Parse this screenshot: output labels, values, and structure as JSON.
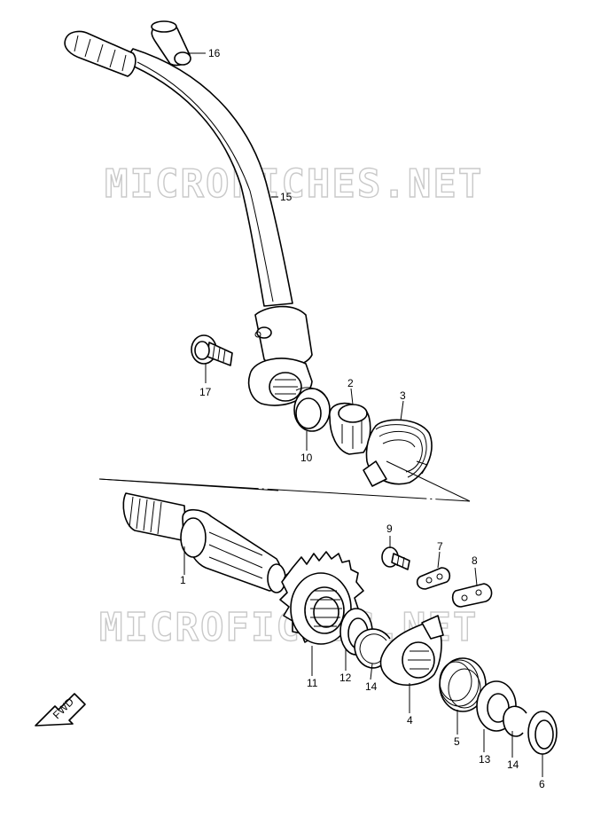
{
  "watermark": "MICROFICHES.NET",
  "fwd_label": "FWD",
  "parts": [
    {
      "key": "p1",
      "number": "1"
    },
    {
      "key": "p2",
      "number": "2"
    },
    {
      "key": "p3",
      "number": "3"
    },
    {
      "key": "p4",
      "number": "4"
    },
    {
      "key": "p5",
      "number": "5"
    },
    {
      "key": "p6",
      "number": "6"
    },
    {
      "key": "p7",
      "number": "7"
    },
    {
      "key": "p8",
      "number": "8"
    },
    {
      "key": "p9",
      "number": "9"
    },
    {
      "key": "p10",
      "number": "10"
    },
    {
      "key": "p11",
      "number": "11"
    },
    {
      "key": "p12",
      "number": "12"
    },
    {
      "key": "p13",
      "number": "13"
    },
    {
      "key": "p14a",
      "number": "14"
    },
    {
      "key": "p14b",
      "number": "14"
    },
    {
      "key": "p15",
      "number": "15"
    },
    {
      "key": "p16",
      "number": "16"
    },
    {
      "key": "p17",
      "number": "17"
    }
  ]
}
